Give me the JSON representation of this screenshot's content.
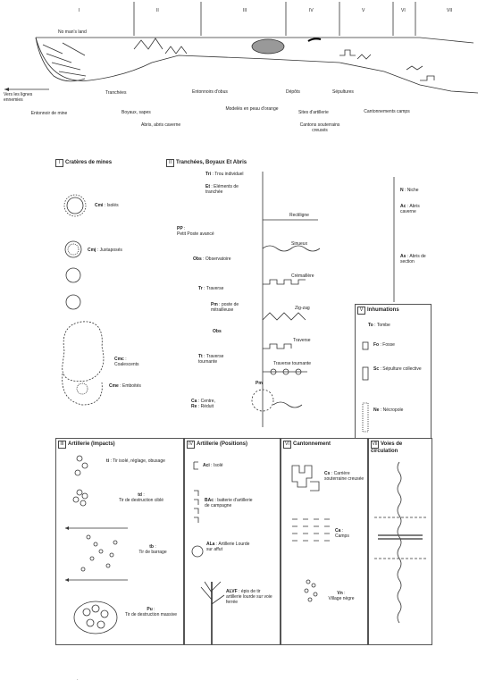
{
  "top_sections": [
    "I",
    "II",
    "III",
    "IV",
    "V",
    "VI",
    "VII"
  ],
  "profile": {
    "no_mans_land": "No man's land",
    "lignes_ennemies": "Vers les lignes ennemies",
    "labels": {
      "entonnoirs_mine": "Entonnoir de mine",
      "tranchees": "Tranchées",
      "boyaux": "Boyaux, sapes",
      "abris": "Abris, abris caverne",
      "entonnoirs_obus": "Entonnoirs d'obus",
      "modeles": "Modelés en peau d'orange",
      "depots": "Dépôts",
      "sites_artillerie": "Sites d'artillerie",
      "sepultures": "Sépultures",
      "cantonnements": "Cantonnements camps",
      "cantons_souterrains": "Cantons souterrains creusés"
    }
  },
  "section1": {
    "num": "I",
    "title": "Cratères de mines",
    "items": [
      {
        "code": "Cmi",
        "desc": "Isolés"
      },
      {
        "code": "Cmj",
        "desc": "Juxtaposés"
      },
      {
        "code": "Cmc",
        "desc": "Coalescents"
      },
      {
        "code": "Cme",
        "desc": "Emboités"
      }
    ]
  },
  "section2": {
    "num": "II",
    "title": "Tranchées, Boyaux Et Abris",
    "left": [
      {
        "code": "Tri",
        "desc": "Trou individuel"
      },
      {
        "code": "Et",
        "desc": "Eléments de tranchée"
      },
      {
        "code": "PP",
        "desc": "Petit Poste avancé"
      },
      {
        "code": "Obs",
        "desc": "Observatoire"
      },
      {
        "code": "Tr",
        "desc": "Traverse"
      },
      {
        "code": "Pm",
        "desc": "poste de mitrailleuse"
      },
      {
        "code": "Tt",
        "desc": "Traverse tournante"
      },
      {
        "code": "Ca",
        "desc": "Centre,"
      },
      {
        "code": "Re",
        "desc": "Réduit"
      }
    ],
    "shapes": [
      "Rectiligne",
      "Sinueux",
      "Crémaillère",
      "Zig-zag",
      "Traverse",
      "Traverse tournante"
    ],
    "obs": "Obs",
    "pm": "Pm",
    "right": [
      {
        "code": "N",
        "desc": "Niche"
      },
      {
        "code": "Ac",
        "desc": "Abris caverne"
      },
      {
        "code": "As",
        "desc": "Abris de section"
      }
    ]
  },
  "section3": {
    "num": "V",
    "title": "Inhumations",
    "items": [
      {
        "code": "To",
        "desc": "Tombe"
      },
      {
        "code": "Fo",
        "desc": "Fosse"
      },
      {
        "code": "Sc",
        "desc": "Sépulture collective"
      },
      {
        "code": "Ne",
        "desc": "Nécropole"
      }
    ]
  },
  "section4": {
    "num": "III",
    "title": "Artillerie (Impacts)",
    "items": [
      {
        "code": "ti",
        "desc": "Tir isolé, réglage, obusage"
      },
      {
        "code": "td",
        "desc": "Tir de destruction ciblé"
      },
      {
        "code": "tb",
        "desc": "Tir de barrage"
      },
      {
        "code": "Pu",
        "desc": "Tir de destruction massive"
      }
    ]
  },
  "section5": {
    "num": "IV",
    "title": "Artillerie (Positions)",
    "items": [
      {
        "code": "Aci",
        "desc": "Isolé"
      },
      {
        "code": "BAc",
        "desc": "batterie d'artillerie de campagne"
      },
      {
        "code": "ALa",
        "desc": "Artillerie Lourde sur affut"
      },
      {
        "code": "ALVF",
        "desc": "épis de tir artillerie lourde sur voie ferrée"
      }
    ]
  },
  "section6": {
    "num": "VI",
    "title": "Cantonnement",
    "items": [
      {
        "code": "Cs",
        "desc": "Carrière souterraine creusée"
      },
      {
        "code": "Ca",
        "desc": "Camps"
      },
      {
        "code": "Vn",
        "desc": "Village nègre"
      }
    ]
  },
  "section7": {
    "num": "VII",
    "title": "Voies de circulation"
  },
  "footer_mark": "·"
}
